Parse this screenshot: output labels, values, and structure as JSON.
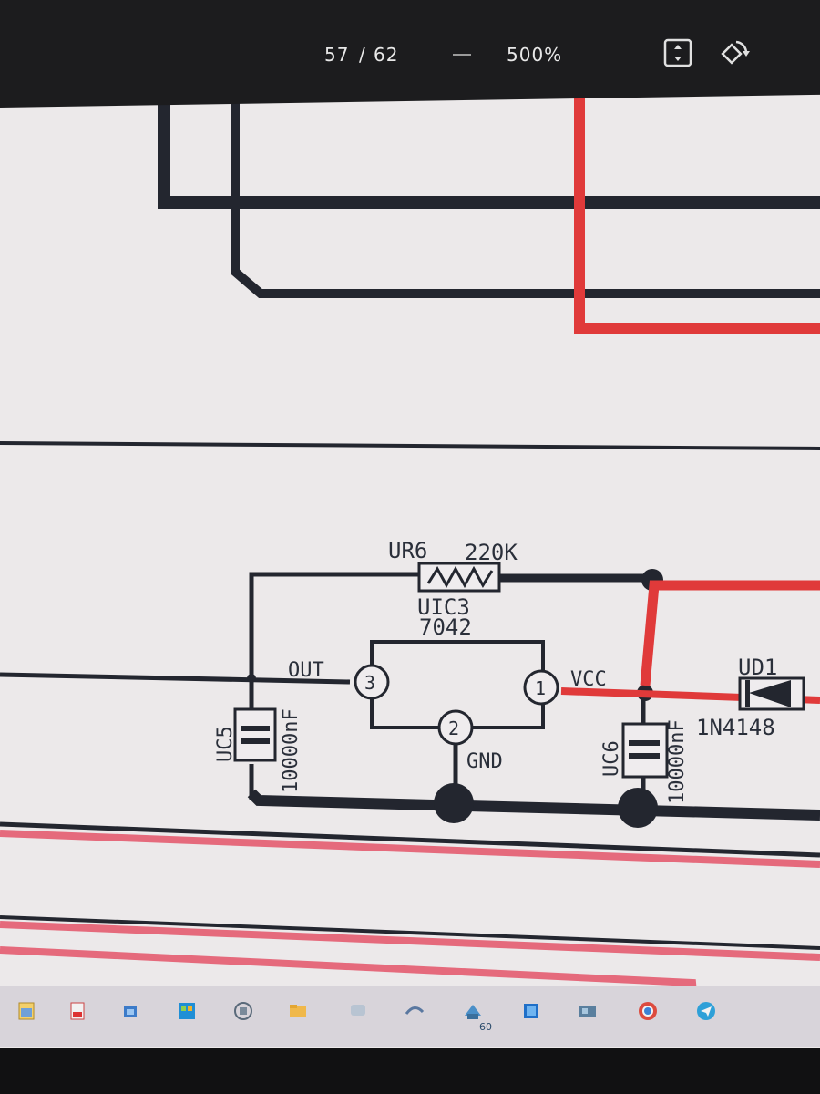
{
  "viewer": {
    "page_current": "57",
    "page_separator": "/",
    "page_total": "62",
    "zoom_level": "500%",
    "icons": [
      "zoom-out-icon",
      "fit-page-icon",
      "rotate-icon"
    ]
  },
  "schematic": {
    "resistor": {
      "ref": "UR6",
      "value": "220K"
    },
    "regulator": {
      "ref": "UIC3",
      "part": "7042"
    },
    "pins": {
      "out": {
        "number": "3",
        "name": "OUT"
      },
      "gnd": {
        "number": "2",
        "name": "GND"
      },
      "vcc": {
        "number": "1",
        "name": "VCC"
      }
    },
    "capacitor_left": {
      "ref": "UC5",
      "value": "10000nF"
    },
    "capacitor_right": {
      "ref": "UC6",
      "value": "10000nF"
    },
    "diode": {
      "ref": "UD1",
      "part": "1N4148"
    },
    "colors": {
      "wire": "#23262f",
      "red_trace": "#e03a3a",
      "pink_trace": "#e56a7c"
    }
  },
  "taskbar": {
    "icons": [
      "file-explorer-icon",
      "pdf-icon",
      "app-icon",
      "store-icon",
      "network-icon",
      "folder-icon",
      "chat-icon",
      "edge-icon",
      "weather-icon",
      "windows-icon",
      "media-icon",
      "chrome-icon",
      "telegram-icon"
    ],
    "weather_badge": "60"
  }
}
